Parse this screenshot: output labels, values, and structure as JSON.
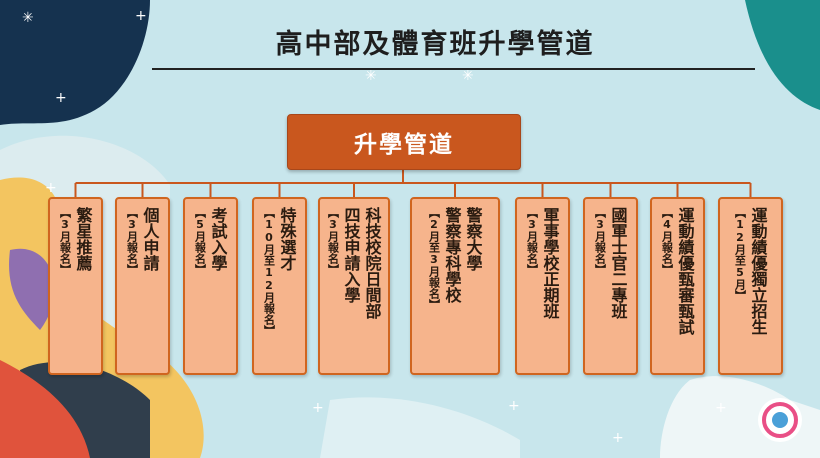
{
  "title": "高中部及體育班升學管道",
  "root": "升學管道",
  "colors": {
    "root": "#c9571e",
    "card_fill": "#f6b48c",
    "card_border": "#d0651f",
    "connector": "#c9571e"
  },
  "pathways": [
    {
      "name_lines": [
        "繁星推薦"
      ],
      "note": "【3月報名】"
    },
    {
      "name_lines": [
        "個人申請"
      ],
      "note": "【3月報名】"
    },
    {
      "name_lines": [
        "考試入學"
      ],
      "note": "【5月報名】"
    },
    {
      "name_lines": [
        "特殊選才"
      ],
      "note": "【10月至12月報名】"
    },
    {
      "name_lines": [
        "科技校院日間部",
        "四技申請入學"
      ],
      "note": "【3月報名】"
    },
    {
      "name_lines": [
        "警察大學",
        "警察專科學校"
      ],
      "note": "【2月至3月報名】"
    },
    {
      "name_lines": [
        "軍事學校正期班"
      ],
      "note": "【3月報名】"
    },
    {
      "name_lines": [
        "國軍士官二專班"
      ],
      "note": "【3月報名】"
    },
    {
      "name_lines": [
        "運動績優甄審甄試"
      ],
      "note": "【4月報名】"
    },
    {
      "name_lines": [
        "運動績優獨立招生"
      ],
      "note": "【12月至5月】"
    }
  ]
}
